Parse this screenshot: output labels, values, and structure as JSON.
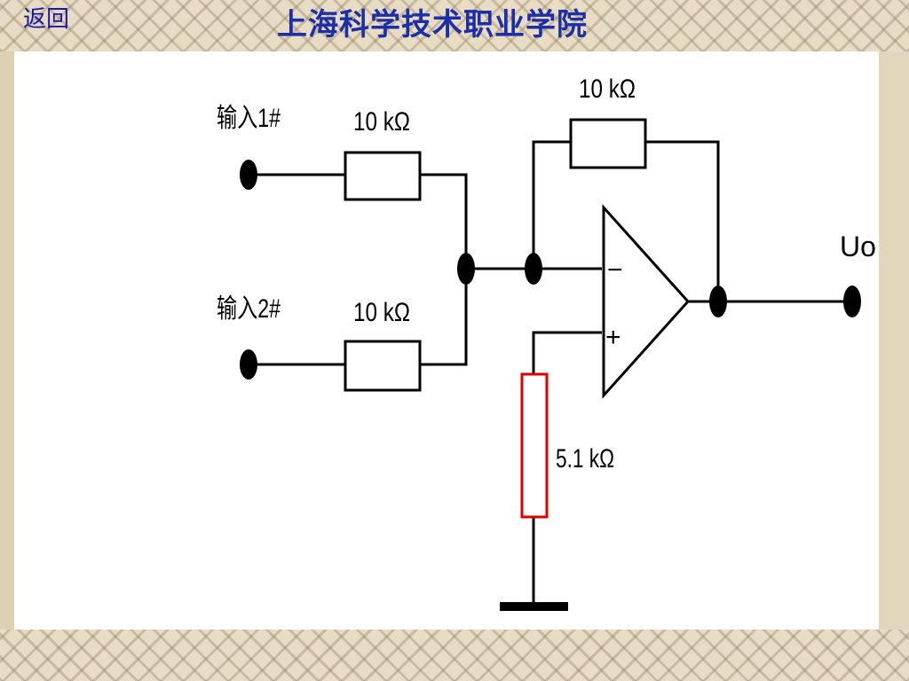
{
  "header": {
    "back_label": "返回",
    "title": "上海科学技术职业学院"
  },
  "circuit": {
    "input1_label": "输入1#",
    "input2_label": "输入2#",
    "r_input1": "10 kΩ",
    "r_input2": "10 kΩ",
    "r_feedback": "10 kΩ",
    "r_balance": "5.1 kΩ",
    "inverting_sign": "−",
    "noninverting_sign": "+",
    "output_label": "Uo",
    "colors": {
      "wire": "#000000",
      "balance_resistor": "#e00000"
    }
  }
}
